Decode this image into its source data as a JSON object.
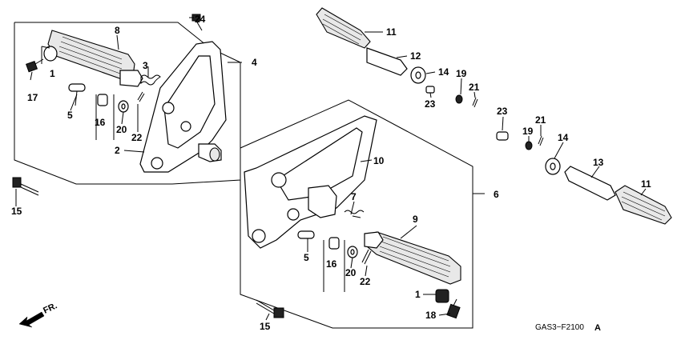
{
  "callouts": {
    "c1": "1",
    "c2": "2",
    "c3": "3",
    "c4": "4",
    "c5": "5",
    "c6": "6",
    "c7": "7",
    "c8": "8",
    "c9": "9",
    "c10": "10",
    "c11": "11",
    "c12": "12",
    "c13": "13",
    "c14": "14",
    "c15": "15",
    "c16": "16",
    "c17": "17",
    "c18": "18",
    "c19": "19",
    "c20": "20",
    "c21": "21",
    "c22": "22",
    "c23": "23",
    "c24": "24"
  },
  "direction": {
    "label": "FR."
  },
  "diagram_code": {
    "text": "GAS3−F2100",
    "suffix": "A"
  }
}
